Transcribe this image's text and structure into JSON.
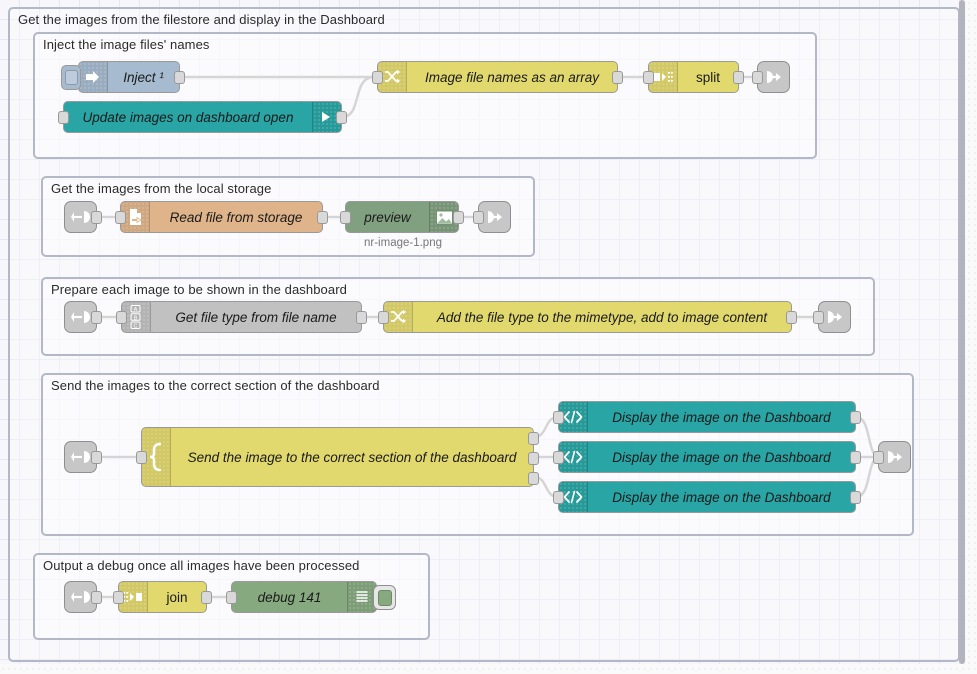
{
  "app": {
    "name": "Node-RED flow editor canvas"
  },
  "groups": [
    {
      "id": "outer",
      "label": "Get the images from the filestore and display in the Dashboard"
    },
    {
      "id": "inject",
      "label": "Inject the image files' names"
    },
    {
      "id": "storage",
      "label": "Get the images from the local storage"
    },
    {
      "id": "prepare",
      "label": "Prepare each image to be shown in the dashboard"
    },
    {
      "id": "send",
      "label": "Send the images to the correct section of the dashboard"
    },
    {
      "id": "output",
      "label": "Output a debug once all images have been processed"
    }
  ],
  "nodes": {
    "inject": {
      "label": "Inject ¹",
      "icon": "inject-arrow-icon"
    },
    "ui_event": {
      "label": "Update images on dashboard open",
      "icon": "dashboard-arrow-icon"
    },
    "change1": {
      "label": "Image file names as an array",
      "icon": "change-shuffle-icon"
    },
    "split": {
      "label": "split",
      "icon": "split-icon"
    },
    "linkout1": {
      "label": "",
      "icon": "link-out-icon"
    },
    "linkin2": {
      "label": "",
      "icon": "link-in-icon"
    },
    "file_read": {
      "label": "Read file from storage",
      "icon": "file-in-icon"
    },
    "preview": {
      "label": "preview",
      "icon": "image-preview-icon",
      "sublabel": "nr-image-1.png"
    },
    "linkout2": {
      "label": "",
      "icon": "link-out-icon"
    },
    "linkin3": {
      "label": "",
      "icon": "link-in-icon"
    },
    "switch1": {
      "label": "Get file type from file name",
      "icon": "switch-abc-icon"
    },
    "change2": {
      "label": "Add the file type to the mimetype, add to image content",
      "icon": "change-shuffle-icon"
    },
    "linkout3": {
      "label": "",
      "icon": "link-out-icon"
    },
    "linkin4": {
      "label": "",
      "icon": "link-in-icon"
    },
    "switch2": {
      "label": "Send the image to the correct section of the dashboard",
      "icon": "switch-brace-icon"
    },
    "template1": {
      "label": "Display the image on the Dashboard",
      "icon": "code-tag-icon"
    },
    "template2": {
      "label": "Display the image on the Dashboard",
      "icon": "code-tag-icon"
    },
    "template3": {
      "label": "Display the image on the Dashboard",
      "icon": "code-tag-icon"
    },
    "linkout4": {
      "label": "",
      "icon": "link-out-icon"
    },
    "linkin5": {
      "label": "",
      "icon": "link-in-icon"
    },
    "join": {
      "label": "join",
      "icon": "join-icon"
    },
    "debug": {
      "label": "debug 141",
      "icon": "debug-lines-icon"
    }
  },
  "colors": {
    "inject": "#a6bbcf",
    "dashboard": "#29a5a5",
    "function": "#e2d96e",
    "switch": "#c1c1c1",
    "file": "#dfb48a",
    "preview": "#80a080",
    "debug": "#87a980",
    "link": "#c7c7c7",
    "group_border": "#b3b8c8",
    "wire": "#999999",
    "grid": "#e7e7f2"
  }
}
